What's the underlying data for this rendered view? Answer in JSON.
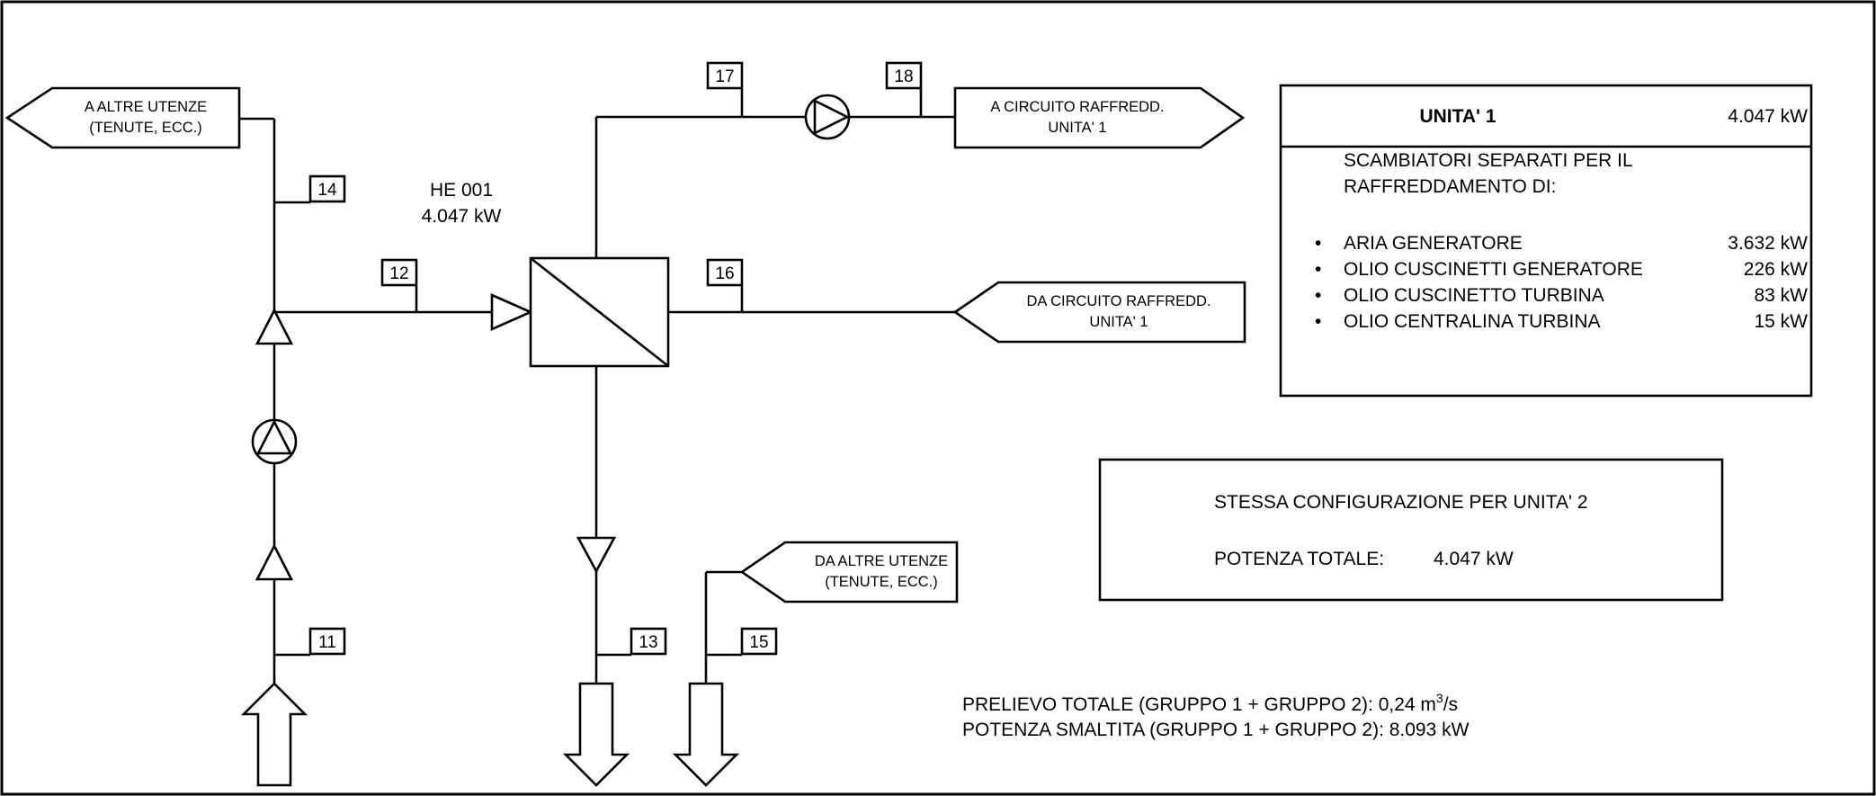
{
  "streams": {
    "s11": "11",
    "s12": "12",
    "s13": "13",
    "s14": "14",
    "s15": "15",
    "s16": "16",
    "s17": "17",
    "s18": "18"
  },
  "connectors": {
    "to_other_users": {
      "line1": "A ALTRE UTENZE",
      "line2": "(TENUTE, ECC.)"
    },
    "to_cooling_circuit": {
      "line1": "A CIRCUITO RAFFREDD.",
      "line2": "UNITA' 1"
    },
    "from_cooling_circuit": {
      "line1": "DA CIRCUITO RAFFREDD.",
      "line2": "UNITA' 1"
    },
    "from_other_users": {
      "line1": "DA ALTRE UTENZE",
      "line2": "(TENUTE, ECC.)"
    }
  },
  "heat_exchanger": {
    "tag": "HE 001",
    "power": "4.047 kW"
  },
  "unit1_panel": {
    "title": "UNITA' 1",
    "total_power": "4.047 kW",
    "description_line1": "SCAMBIATORI SEPARATI PER IL",
    "description_line2": "RAFFREDDAMENTO DI:",
    "items": [
      {
        "bullet": "•",
        "name": "ARIA GENERATORE",
        "power": "3.632 kW"
      },
      {
        "bullet": "•",
        "name": "OLIO CUSCINETTI GENERATORE",
        "power": "226 kW"
      },
      {
        "bullet": "•",
        "name": "OLIO CUSCINETTO TURBINA",
        "power": "83 kW"
      },
      {
        "bullet": "•",
        "name": "OLIO CENTRALINA TURBINA",
        "power": "15 kW"
      }
    ]
  },
  "unit2_panel": {
    "line1": "STESSA CONFIGURAZIONE PER UNITA' 2",
    "line2_label": "POTENZA TOTALE:",
    "line2_value": "4.047 kW"
  },
  "totals": {
    "withdrawal_prefix": "PRELIEVO TOTALE (GRUPPO 1 + GRUPPO 2): 0,24 m",
    "withdrawal_exp": "3",
    "withdrawal_suffix": "/s",
    "dissipated": "POTENZA SMALTITA (GRUPPO 1 + GRUPPO 2): 8.093 kW"
  }
}
